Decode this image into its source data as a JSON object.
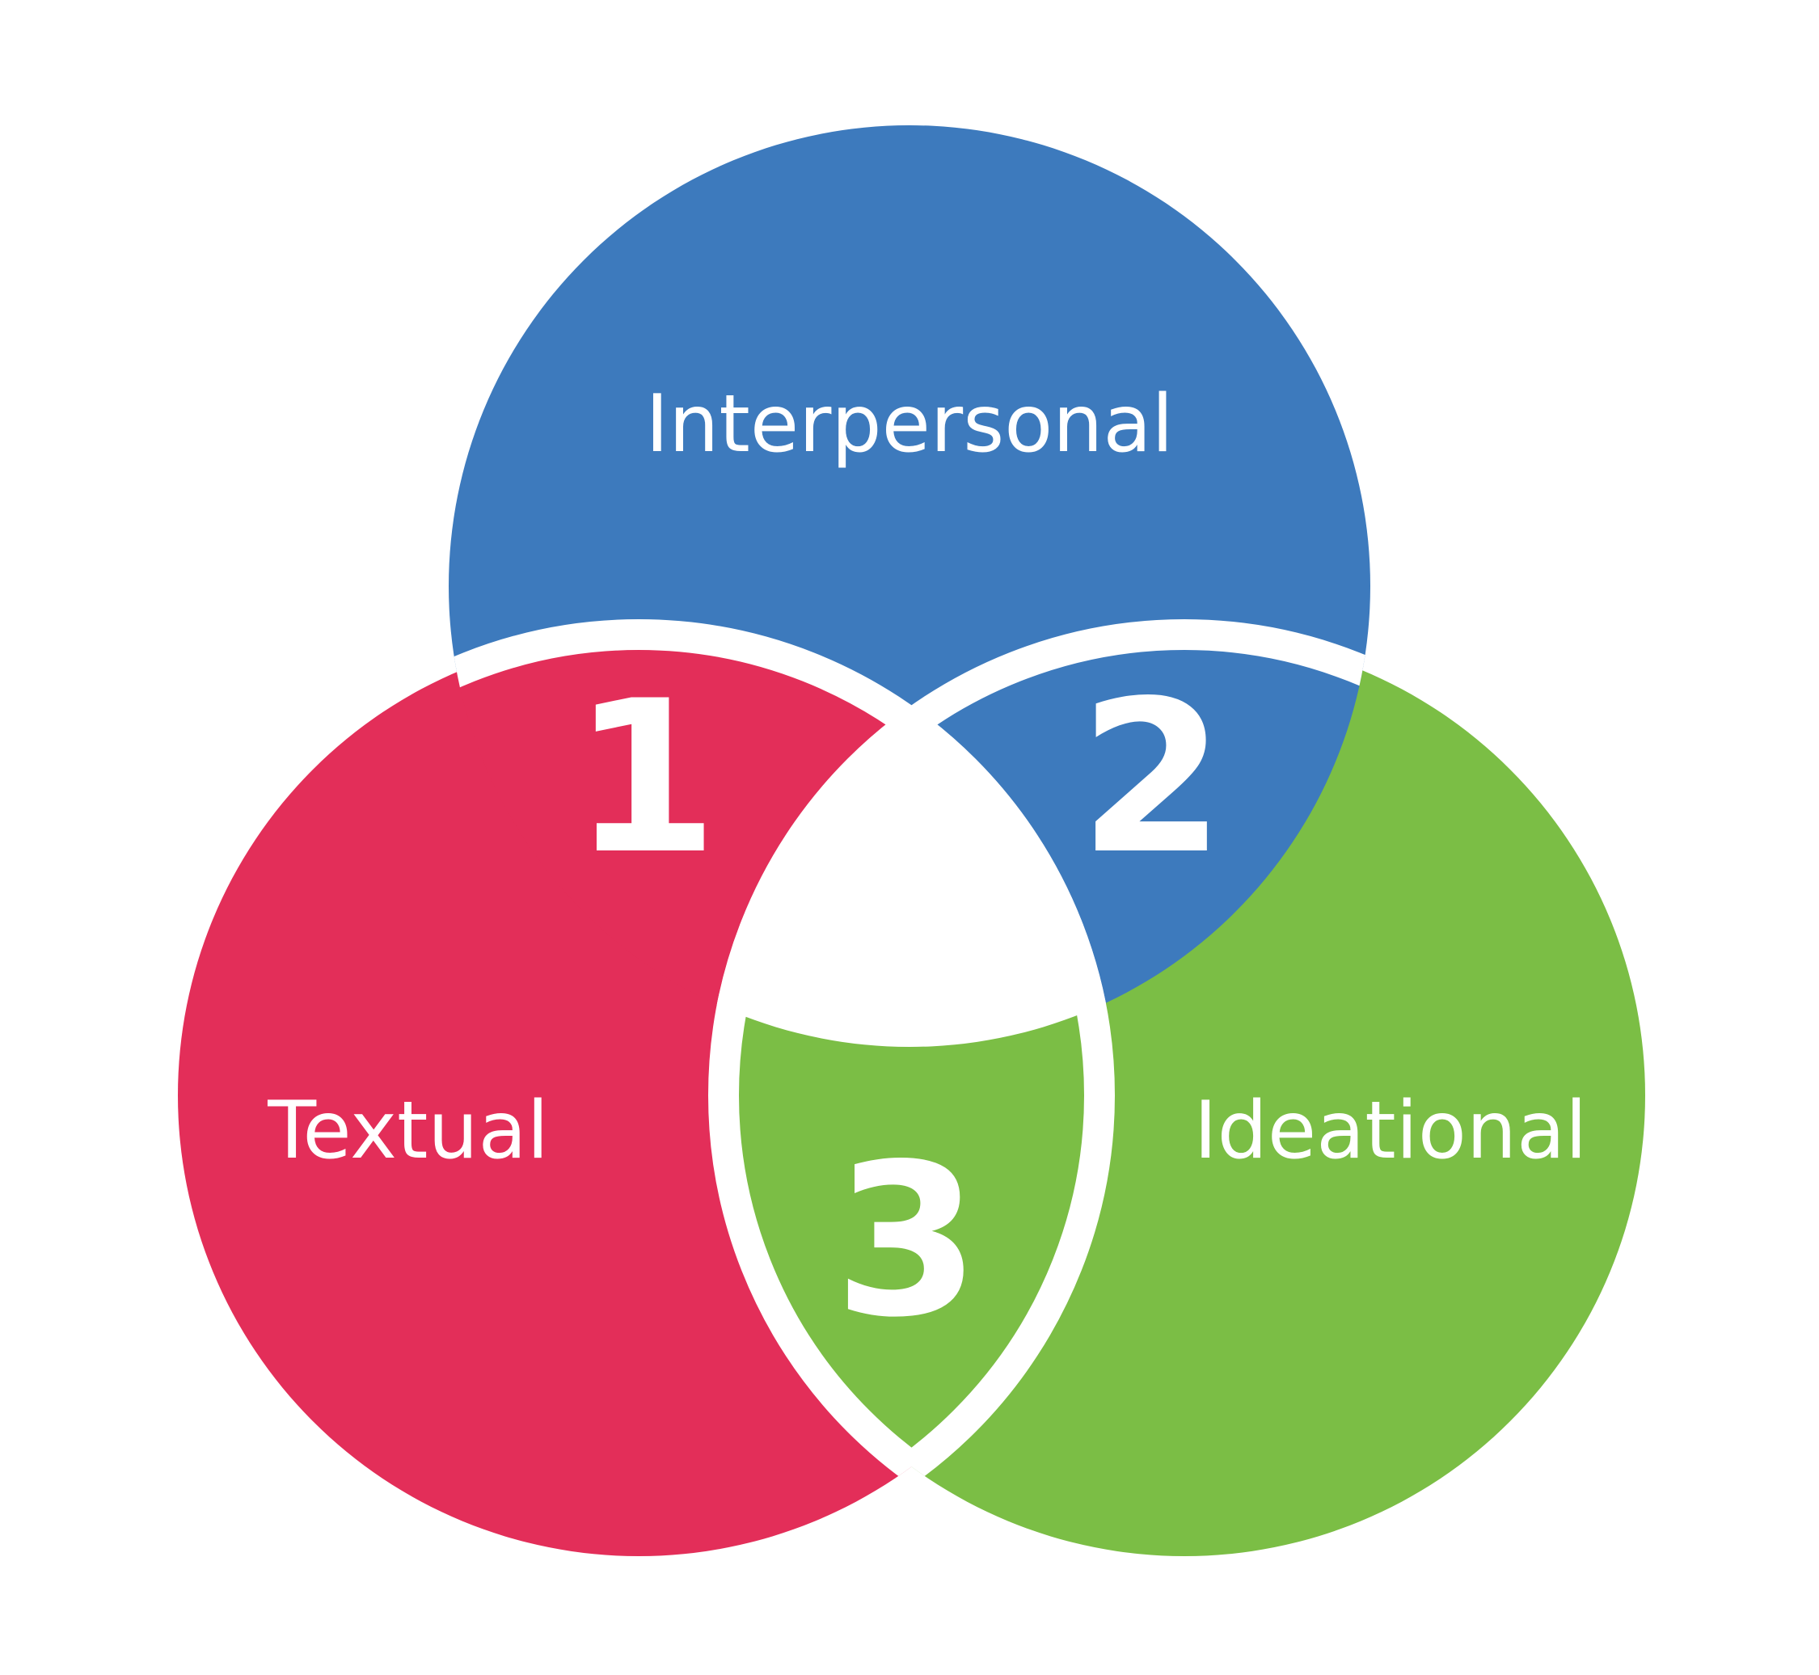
{
  "diagram": {
    "sets": [
      {
        "id": "interpersonal",
        "label": "Interpersonal",
        "color": "#3D7ABD"
      },
      {
        "id": "textual",
        "label": "Textual",
        "color": "#E32E59"
      },
      {
        "id": "ideational",
        "label": "Ideational",
        "color": "#7BBE45"
      }
    ],
    "overlaps": [
      {
        "label": "1",
        "between": [
          "interpersonal",
          "textual"
        ]
      },
      {
        "label": "2",
        "between": [
          "interpersonal",
          "ideational"
        ]
      },
      {
        "label": "3",
        "between": [
          "textual",
          "ideational"
        ]
      }
    ],
    "center_color": "#FFFFFF",
    "divider_color": "#FFFFFF"
  }
}
